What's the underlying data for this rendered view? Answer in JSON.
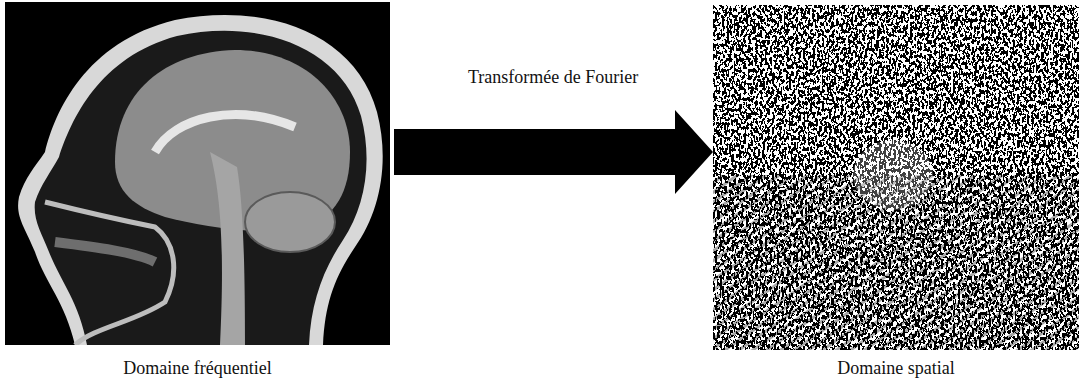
{
  "diagram": {
    "nodes": [
      {
        "text": [
          "Domaine fréquentiel"
        ]
      },
      {
        "text": [
          "Domaine spatial"
        ]
      }
    ],
    "edges": [
      {
        "from": 0,
        "to": 1,
        "arrow": "to",
        "label": "Transformée de Fourier"
      }
    ]
  }
}
